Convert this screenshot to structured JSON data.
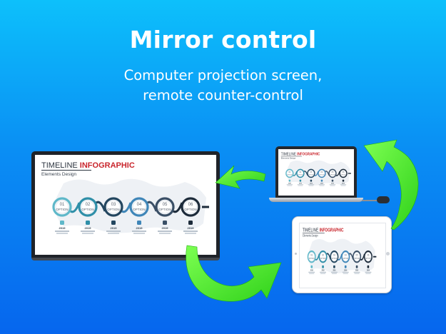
{
  "header": {
    "title": "Mirror control",
    "subtitle_line1": "Computer projection screen,",
    "subtitle_line2": "remote counter-control"
  },
  "infographic": {
    "title_main": "TIMELINE",
    "title_accent": "INFOGRAPHIC",
    "subtitle": "Elements Design",
    "steps": [
      {
        "num": "01",
        "label": "OPTION",
        "year": "2019",
        "icon": "globe-icon",
        "color": "#5fb8c9"
      },
      {
        "num": "02",
        "label": "OPTION",
        "year": "2019",
        "icon": "lock-icon",
        "color": "#2f8fa8"
      },
      {
        "num": "03",
        "label": "OPTION",
        "year": "2019",
        "icon": "people-icon",
        "color": "#23465f"
      },
      {
        "num": "04",
        "label": "OPTION",
        "year": "2019",
        "icon": "chart-icon",
        "color": "#3f86b8"
      },
      {
        "num": "05",
        "label": "OPTION",
        "year": "2019",
        "icon": "bar-icon",
        "color": "#3a4f66"
      },
      {
        "num": "06",
        "label": "OPTION",
        "year": "2019",
        "icon": "money-icon",
        "color": "#1d2b3a"
      }
    ]
  },
  "colors": {
    "arrow_green": "#5cf53a",
    "arrow_green_dark": "#2fcf1b",
    "accent_red": "#c9252c"
  }
}
